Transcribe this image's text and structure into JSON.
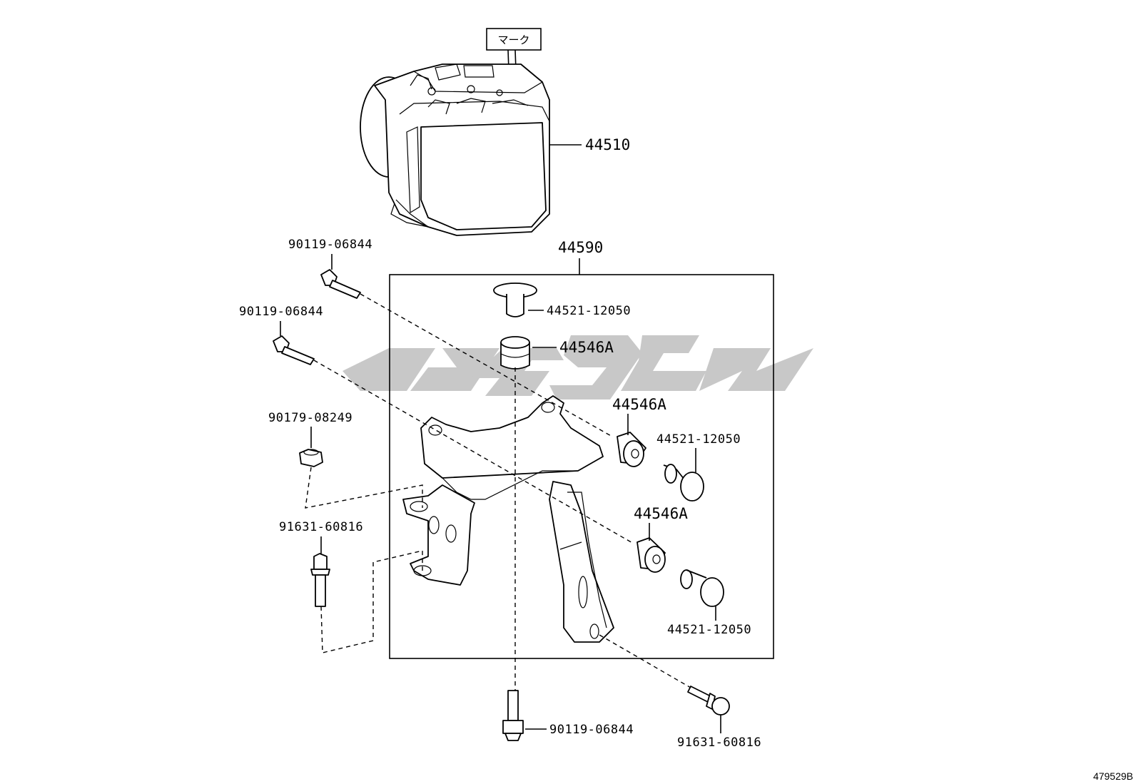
{
  "diagram": {
    "drawing_id": "479529B",
    "mark_label": "マーク",
    "watermark_color": "#c8c8c8",
    "parts": {
      "abs_actuator": "44510",
      "bracket_assembly": "44590",
      "collar_top": "44521-12050",
      "cushion_top": "44546A",
      "cushion_mid": "44546A",
      "collar_mid": "44521-12050",
      "cushion_low": "44546A",
      "collar_low": "44521-12050",
      "bolt_upper_1": "90119-06844",
      "bolt_upper_2": "90119-06844",
      "nut": "90179-08249",
      "bolt_flange_left": "91631-60816",
      "bolt_bottom": "90119-06844",
      "bolt_flange_right": "91631-60816"
    }
  }
}
